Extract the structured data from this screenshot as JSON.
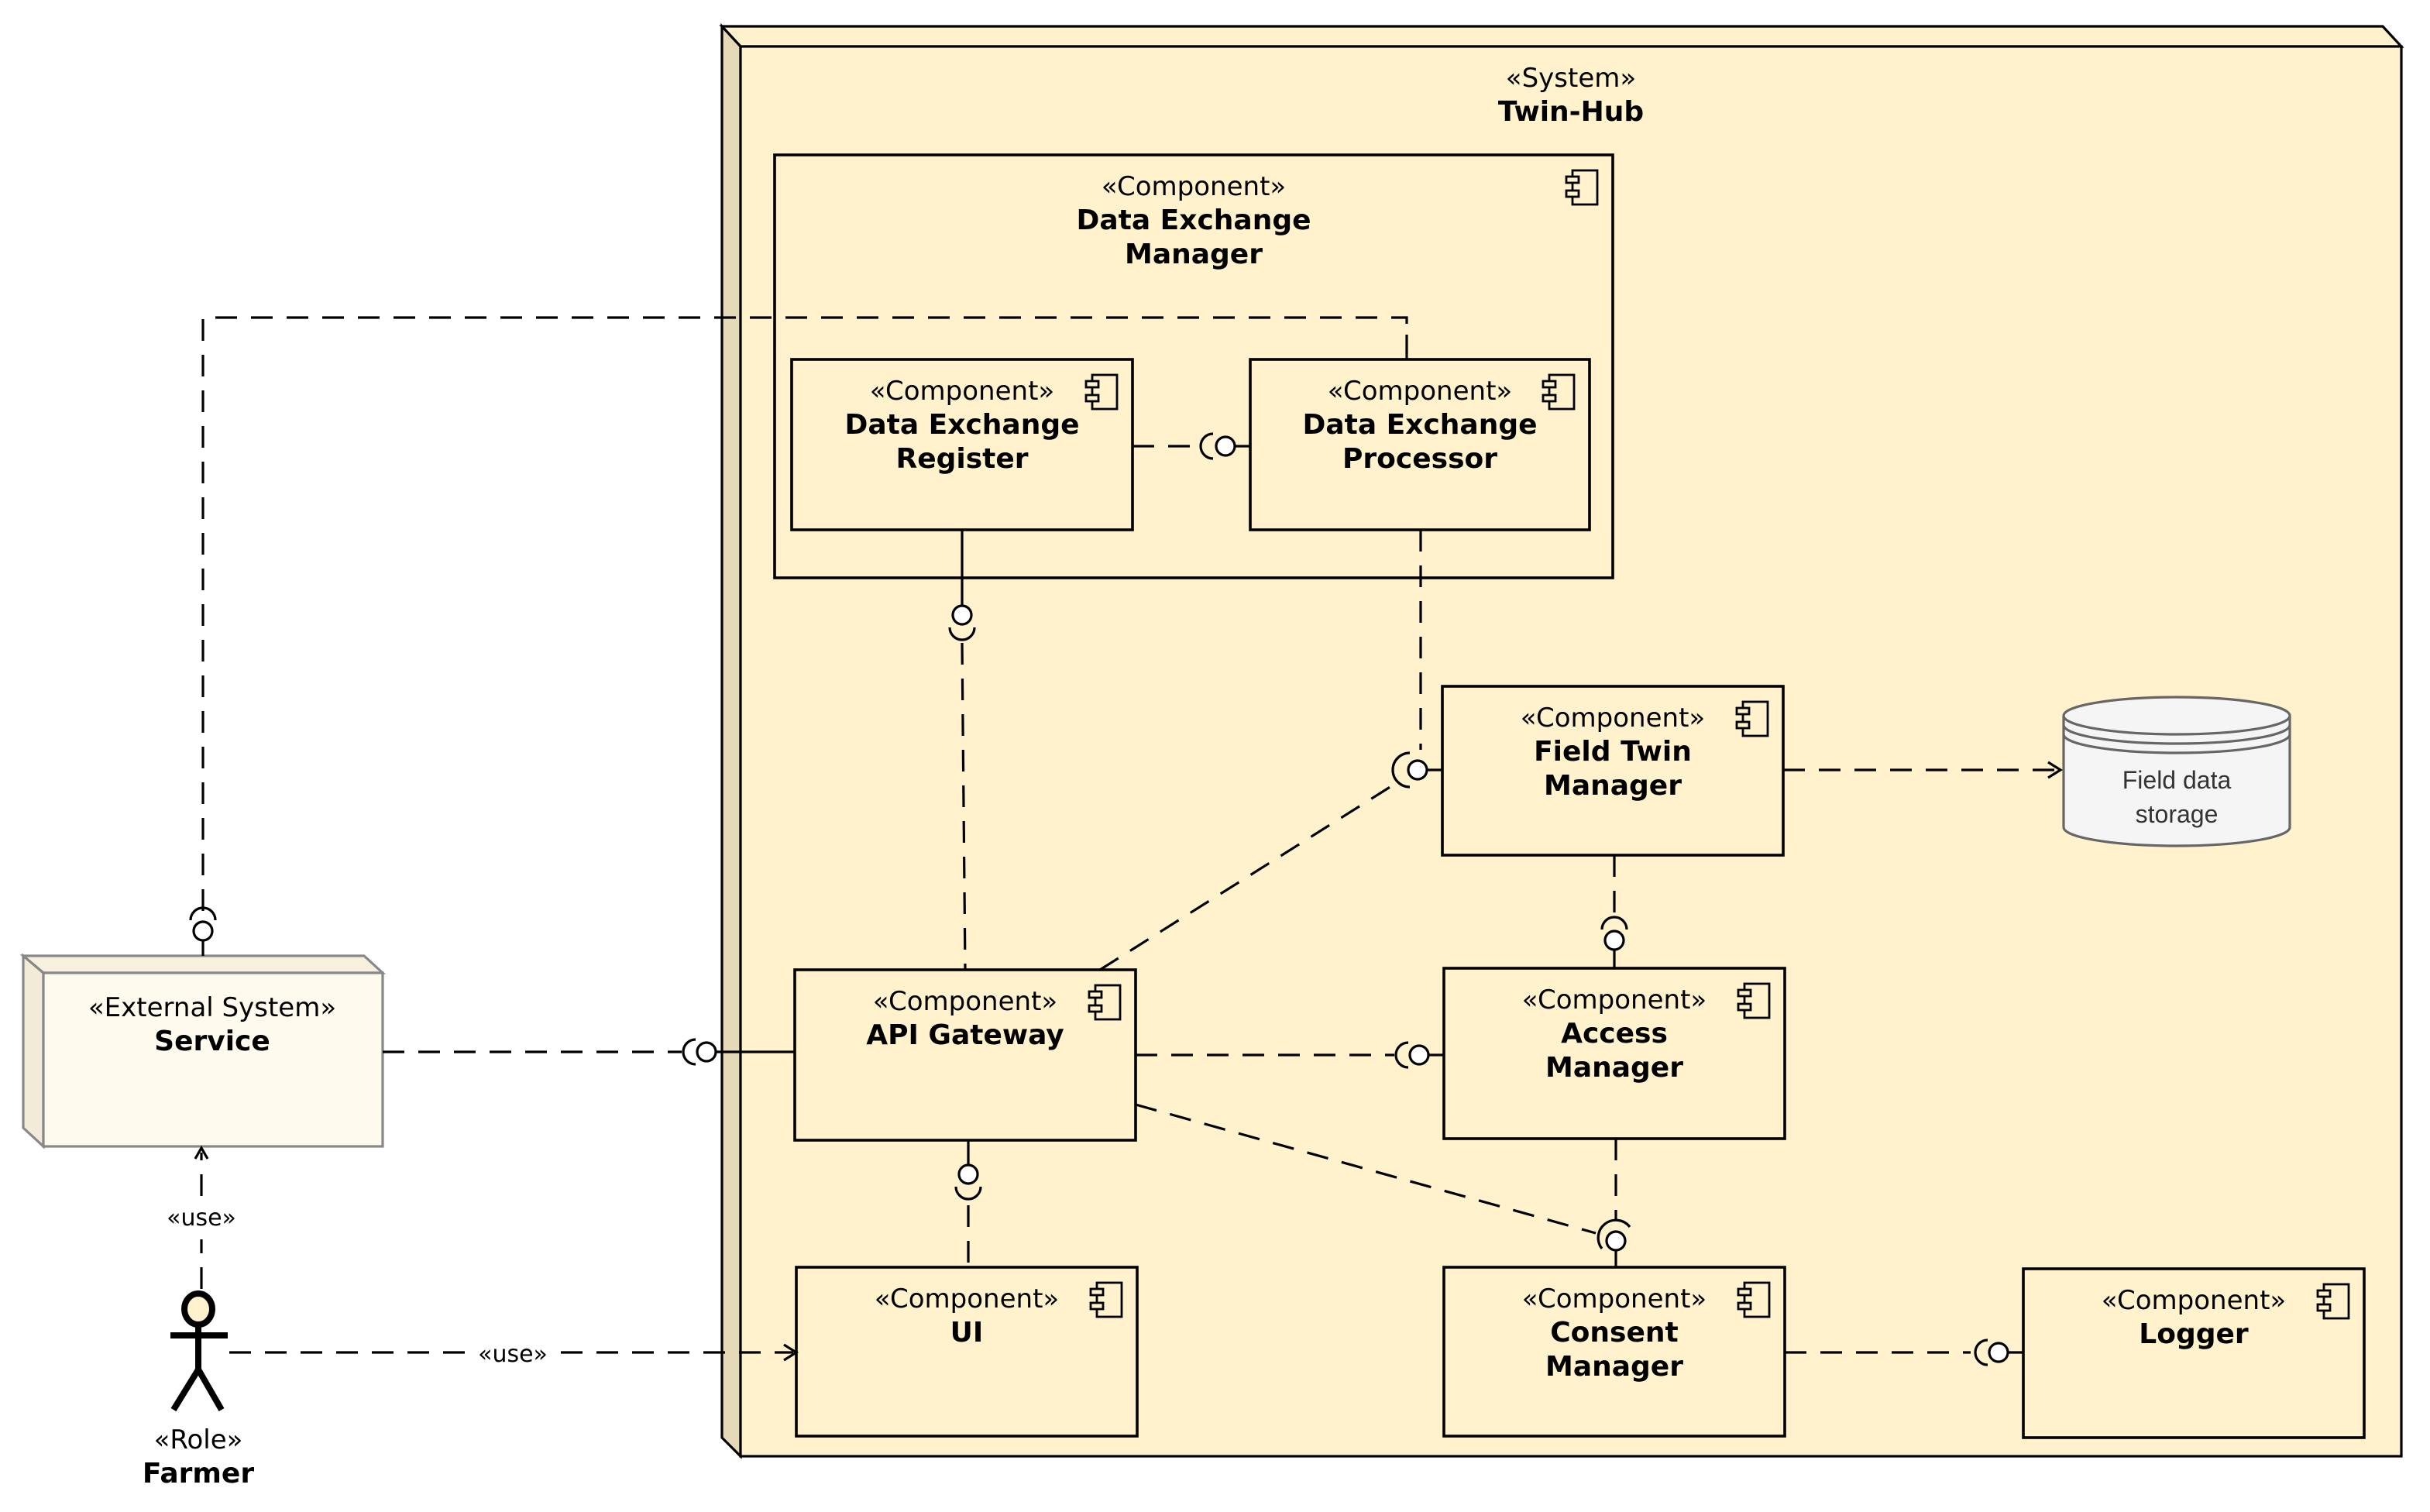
{
  "system": {
    "stereotype": "«System»",
    "name": "Twin-Hub"
  },
  "components": {
    "dem": {
      "stereotype": "«Component»",
      "name": [
        "Data Exchange",
        "Manager"
      ]
    },
    "der": {
      "stereotype": "«Component»",
      "name": [
        "Data Exchange",
        "Register"
      ]
    },
    "dep": {
      "stereotype": "«Component»",
      "name": [
        "Data Exchange",
        "Processor"
      ]
    },
    "ftm": {
      "stereotype": "«Component»",
      "name": [
        "Field Twin",
        "Manager"
      ]
    },
    "api": {
      "stereotype": "«Component»",
      "name": [
        "API Gateway"
      ]
    },
    "acc": {
      "stereotype": "«Component»",
      "name": [
        "Access",
        "Manager"
      ]
    },
    "ui": {
      "stereotype": "«Component»",
      "name": [
        "UI"
      ]
    },
    "con": {
      "stereotype": "«Component»",
      "name": [
        "Consent",
        "Manager"
      ]
    },
    "log": {
      "stereotype": "«Component»",
      "name": [
        "Logger"
      ]
    }
  },
  "storage": {
    "label": [
      "Field data",
      "storage"
    ]
  },
  "external": {
    "stereotype": "«External System»",
    "name": "Service"
  },
  "actor": {
    "stereotype": "«Role»",
    "name": "Farmer"
  },
  "edges": {
    "use_service": "«use»",
    "use_ui": "«use»"
  },
  "colors": {
    "component_fill": "#fff2cc",
    "system_side": "#e6d9b8",
    "external_fill": "#fffaee",
    "storage_fill": "#f5f5f5"
  }
}
